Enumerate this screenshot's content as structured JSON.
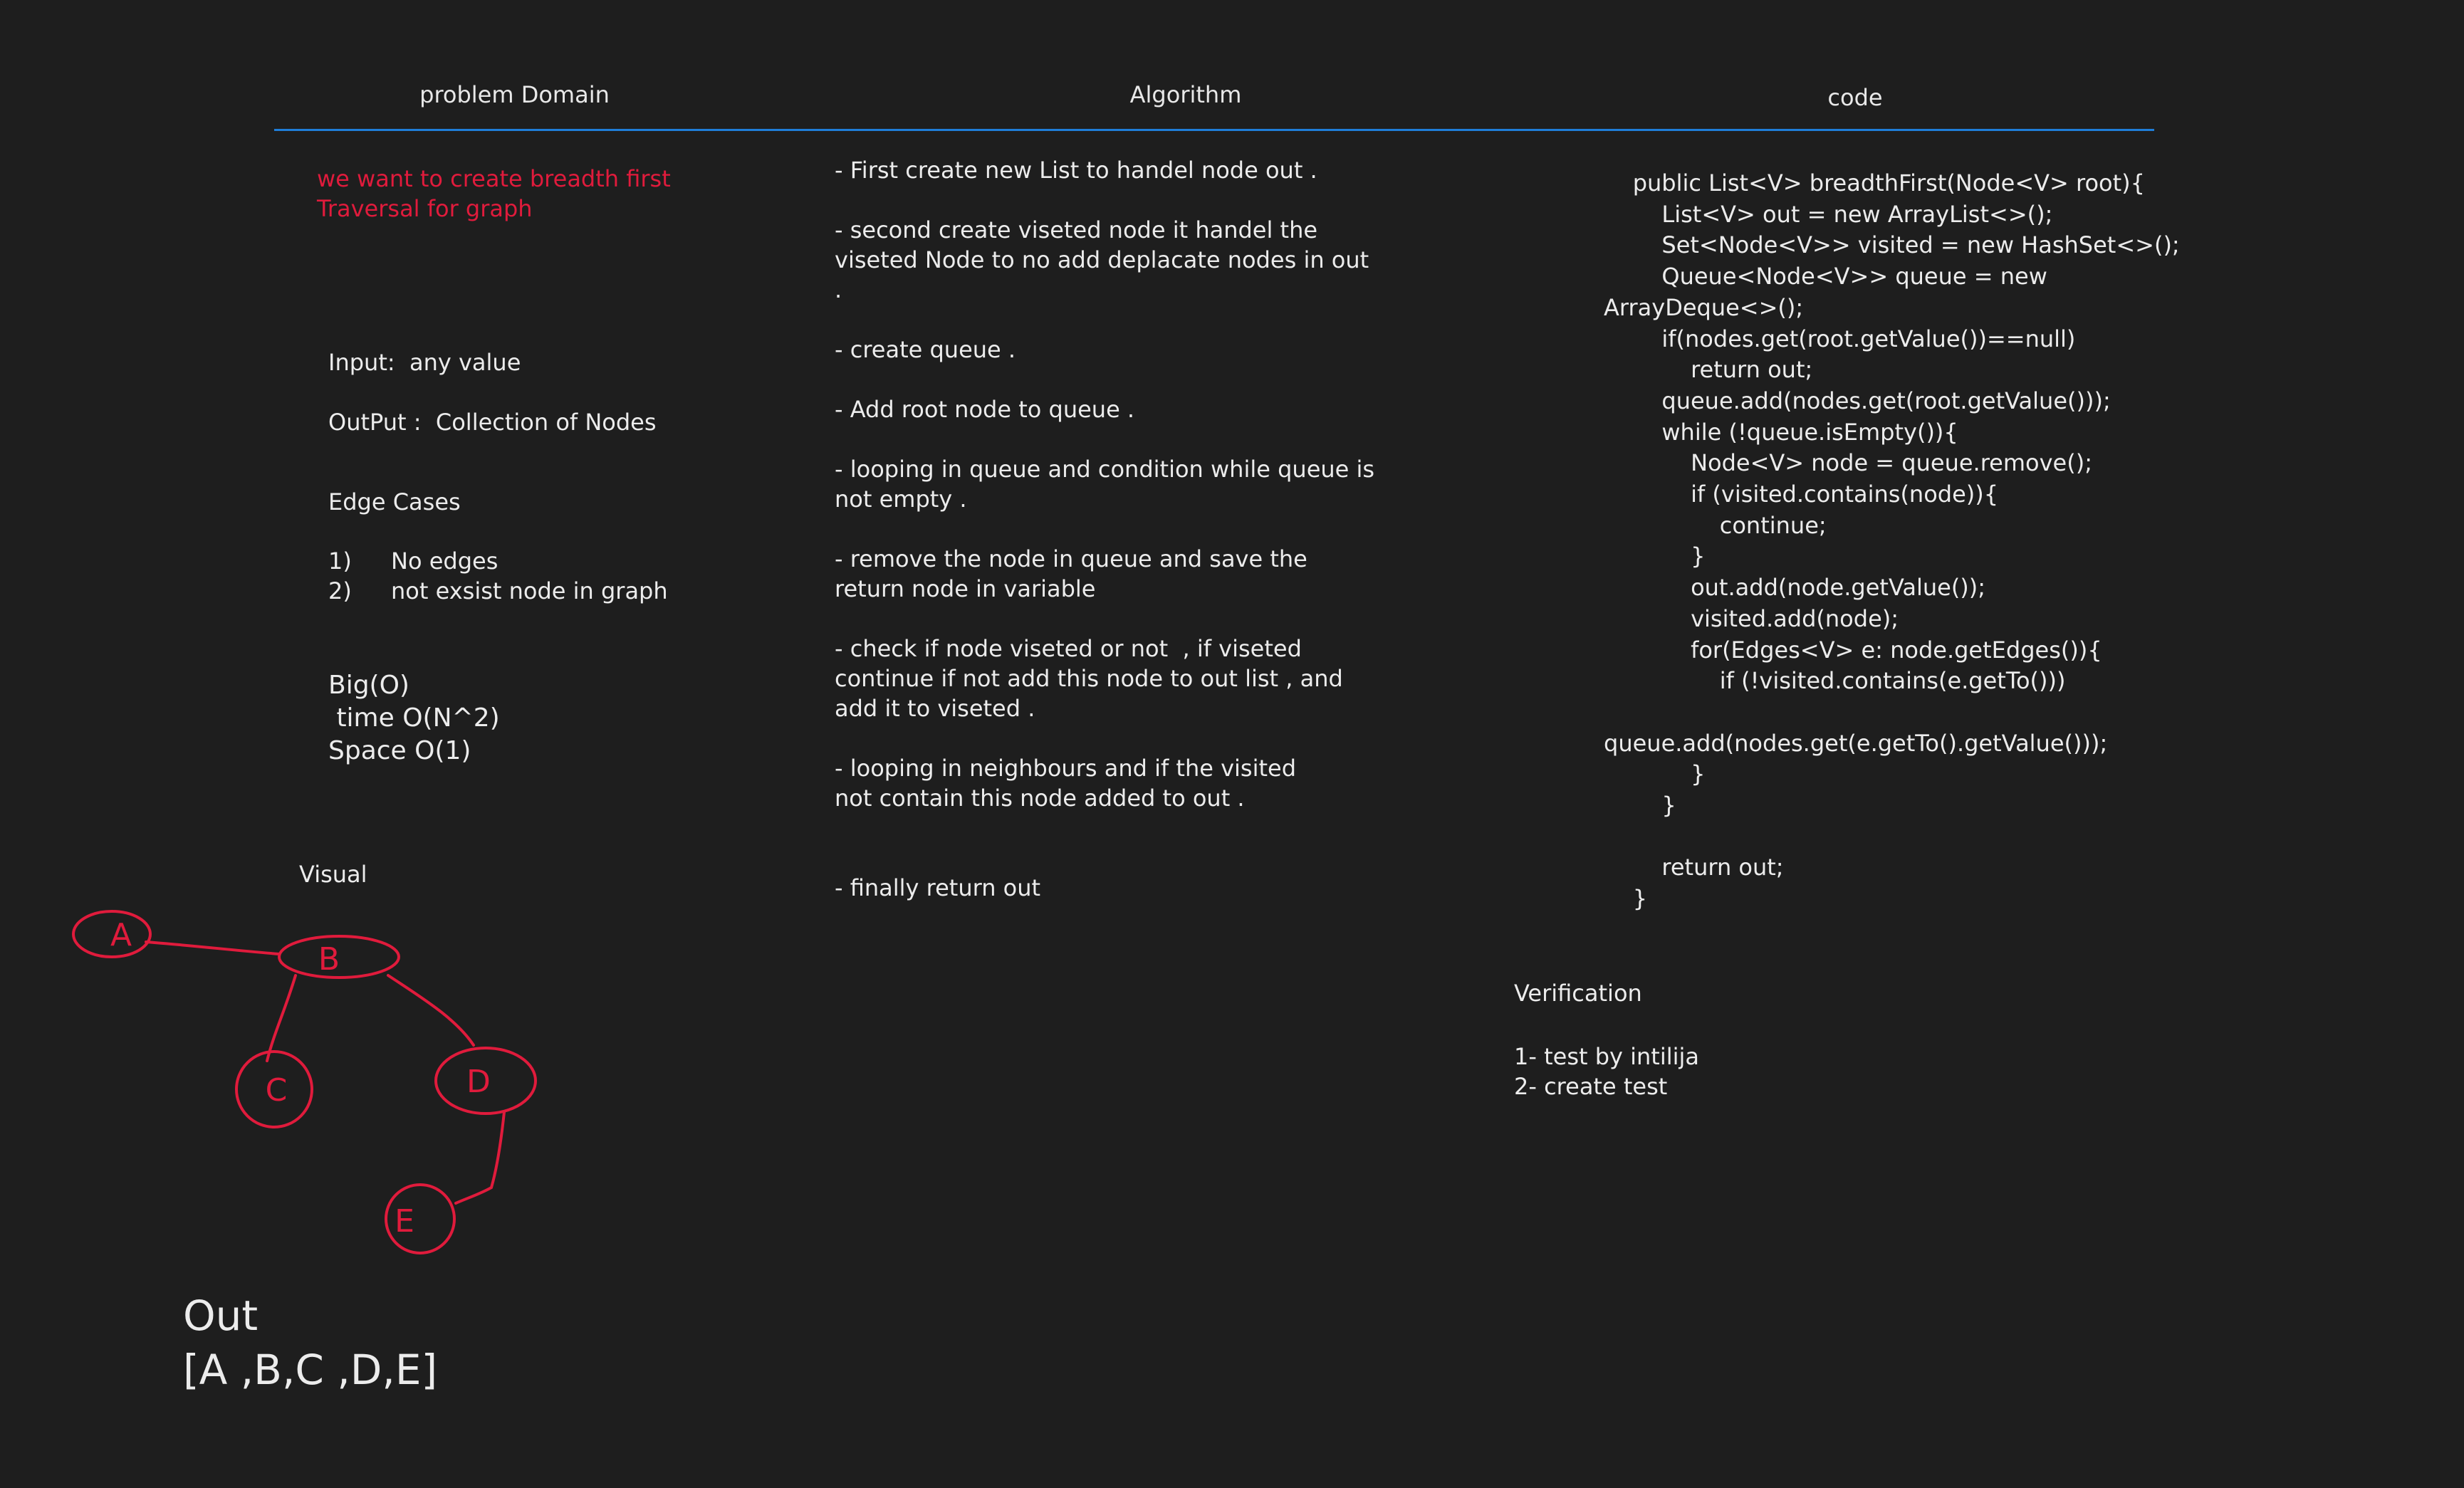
{
  "headers": {
    "problem_domain": "problem Domain",
    "algorithm": "Algorithm",
    "code": "code"
  },
  "problem": {
    "statement": "we want to create breadth first\nTraversal for graph",
    "input": "Input:  any value",
    "output": "OutPut :  Collection of Nodes",
    "edge_cases_title": "Edge Cases",
    "edge_cases": [
      {
        "num": "1)",
        "text": "No edges"
      },
      {
        "num": "2)",
        "text": "not exsist node in graph"
      }
    ],
    "big_o": "Big(O)\n time O(N^2)\nSpace O(1)"
  },
  "algorithm_steps": [
    "- First create new List to handel node out .",
    "- second create viseted node it handel the\nviseted Node to no add deplacate nodes in out\n.",
    "- create queue .",
    "- Add root node to queue .",
    "- looping in queue and condition while queue is\nnot empty .",
    "- remove the node in queue and save the\nreturn node in variable",
    "- check if node viseted or not  , if viseted\ncontinue if not add this node to out list , and\nadd it to viseted .",
    "- looping in neighbours and if the visited\nnot contain this node added to out .",
    "- finally return out"
  ],
  "code_lines": [
    "    public List<V> breadthFirst(Node<V> root){",
    "        List<V> out = new ArrayList<>();",
    "        Set<Node<V>> visited = new HashSet<>();",
    "        Queue<Node<V>> queue = new",
    "ArrayDeque<>();",
    "        if(nodes.get(root.getValue())==null)",
    "            return out;",
    "        queue.add(nodes.get(root.getValue()));",
    "        while (!queue.isEmpty()){",
    "            Node<V> node = queue.remove();",
    "            if (visited.contains(node)){",
    "                continue;",
    "            }",
    "            out.add(node.getValue());",
    "            visited.add(node);",
    "            for(Edges<V> e: node.getEdges()){",
    "                if (!visited.contains(e.getTo()))",
    "",
    "queue.add(nodes.get(e.getTo().getValue()));",
    "            }",
    "        }",
    "",
    "        return out;",
    "    }"
  ],
  "verification": {
    "title": "Verification",
    "items": [
      "1- test by intilija",
      "2- create test"
    ]
  },
  "visual": {
    "title": "Visual",
    "nodes": [
      "A",
      "B",
      "C",
      "D",
      "E"
    ],
    "edges": [
      [
        "A",
        "B"
      ],
      [
        "B",
        "C"
      ],
      [
        "B",
        "D"
      ],
      [
        "D",
        "E"
      ]
    ],
    "color": "#e01b3c"
  },
  "out": {
    "title": "Out",
    "value": "[A ,B,C ,D,E]"
  }
}
